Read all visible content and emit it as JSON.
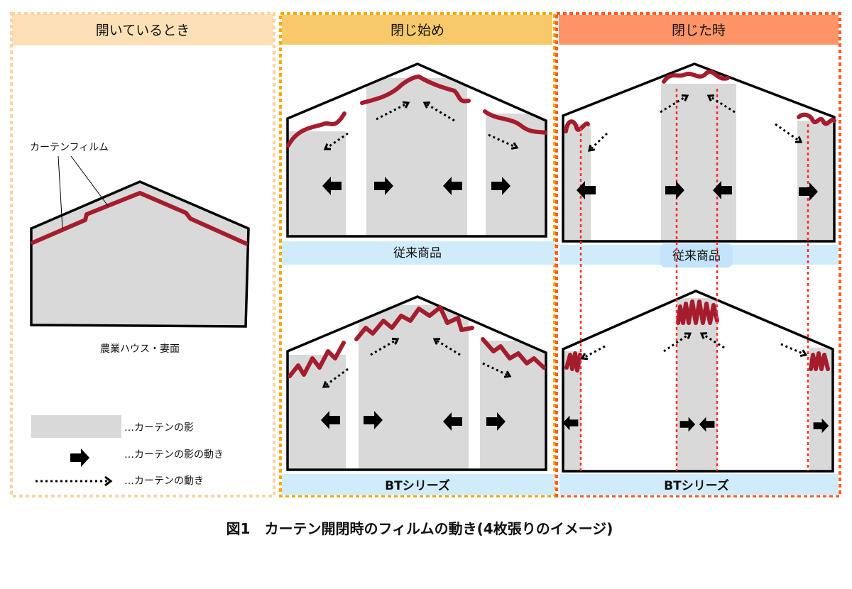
{
  "panels": [
    {
      "header": "開いているとき",
      "header_color": "#fde0b8",
      "border_color": "#fbd3a0"
    },
    {
      "header": "閉じ始め",
      "header_color": "#f8c96a",
      "border_color": "#f5a800"
    },
    {
      "header": "閉じた時",
      "header_color": "#ff9468",
      "border_color": "#ff5a1f"
    }
  ],
  "labels": {
    "curtain_film": "カーテンフィルム",
    "house_face": "農業ハウス・妻面",
    "conventional": "従来商品",
    "bt_series": "BTシリーズ"
  },
  "legend": [
    {
      "icon": "gray-shade",
      "text": "…カーテンの影"
    },
    {
      "icon": "block-arrow",
      "text": "…カーテンの影の動き"
    },
    {
      "icon": "dotted-arrow",
      "text": "…カーテンの動き"
    }
  ],
  "caption": "図1　カーテン開閉時のフィルムの動き(4枚張りのイメージ)",
  "colors": {
    "film": "#a51d2d",
    "shade": "#d9d9d9",
    "band": "#d0ecfb",
    "guide": "#ff2a2a"
  }
}
